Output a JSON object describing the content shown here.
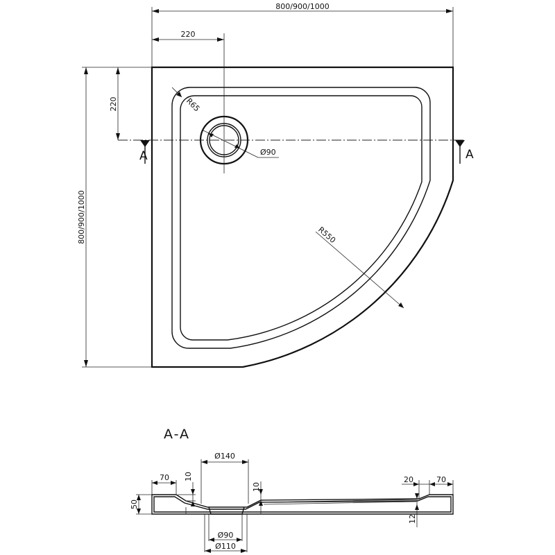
{
  "top_view": {
    "width_dim": "800/900/1000",
    "height_dim": "800/900/1000",
    "offset_x_dim": "220",
    "offset_y_dim": "220",
    "corner_radius": "R65",
    "drain_diameter": "Ø90",
    "arc_radius": "R550",
    "section_left": "A",
    "section_right": "A"
  },
  "section_view": {
    "title": "A-A",
    "drain_outer": "Ø140",
    "drain_inner": "Ø90",
    "drain_base": "Ø110",
    "rim_left": "70",
    "rim_right": "70",
    "edge_right": "20",
    "height": "50",
    "drop_left": "10",
    "drop_center": "10",
    "slope_right": "12"
  }
}
